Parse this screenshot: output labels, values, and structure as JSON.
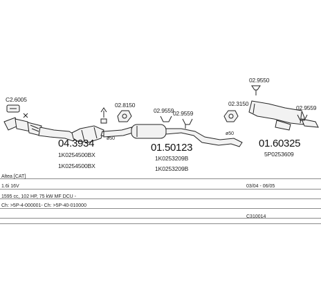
{
  "diagram": {
    "parts": [
      {
        "number": "04.3934",
        "oem_codes": [
          "1K0254500BX",
          "1K0254500BX"
        ]
      },
      {
        "number": "01.50123",
        "oem_codes": [
          "1K0253209B",
          "1K0253209B"
        ]
      },
      {
        "number": "01.60325",
        "oem_codes": [
          "5P0253609"
        ]
      }
    ],
    "accessories": {
      "a1": "C2.6005",
      "a2": "02.8150",
      "a3": "02.9559",
      "a4": "02.9559",
      "a5": "02.3150",
      "a6": "02.9550",
      "a7": "02.9559"
    },
    "dimensions": {
      "d1": "ø50",
      "d2": "ø50"
    }
  },
  "vehicle_info": {
    "model": "Altea [CAT]",
    "engine": "1.6i 16V",
    "production": "03/04 - 06/05",
    "specs": "1595 cc, 102 HP, 75 kW MF DCU -",
    "chassis": "Ch: >5P-4-000001- Ch: >5P-40-010000",
    "code": "C310014"
  }
}
